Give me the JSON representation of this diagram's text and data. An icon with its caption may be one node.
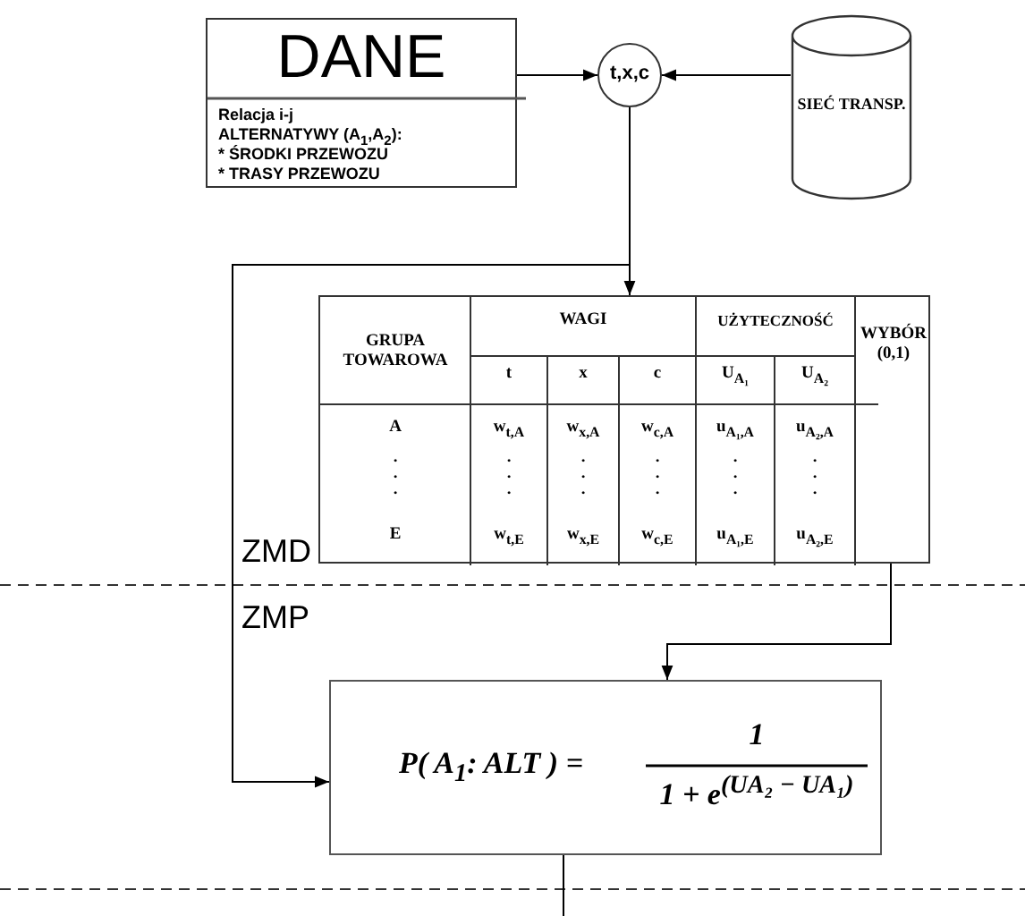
{
  "diagram": {
    "nodes": [
      {
        "text": [
          "DANE",
          "Relacja i-j",
          "ALTERNATYWY (A$_{1}$,A$_{2}$):",
          "* ŚRODKI PRZEWOZU",
          "* TRASY PRZEWOZU"
        ]
      },
      {
        "text": [
          "t,x,c"
        ]
      },
      {
        "text": [
          "SIEĆ TRANSP."
        ]
      },
      {
        "text": [
          "GRUPA TOWAROWA",
          "WAGI",
          "UŻYTECZNOŚĆ",
          "WYBÓR (0,1)",
          "t",
          "x",
          "c",
          "U$_{A₁}$",
          "U$_{A₂}$",
          "A",
          "w$_{t,A}$",
          "w$_{x,A}$",
          "w$_{c,A}$",
          "u$_{A₁,A}$",
          "u$_{A₂,A}$",
          ". . .",
          ". . .",
          ". . .",
          ". . .",
          ". . .",
          ". . .",
          "E",
          "w$_{t,E}$",
          "w$_{x,E}$",
          "w$_{c,E}$",
          "u$_{A₁,E}$",
          "u$_{A₂,E}$"
        ]
      },
      {
        "text": [
          "P( A$_{1}$: ALT ) =",
          "1",
          "1 + e$^{(UA₂ − UA₁)}$"
        ]
      }
    ],
    "edges": [
      {
        "from": 0,
        "to": 1,
        "arrow": "to"
      },
      {
        "from": 2,
        "to": 1,
        "arrow": "to"
      },
      {
        "from": 1,
        "to": 3,
        "arrow": "to"
      },
      {
        "from": 1,
        "to": 4,
        "arrow": "to"
      },
      {
        "from": 3,
        "to": 4,
        "arrow": "to"
      },
      {
        "from": 4,
        "to": null,
        "arrow": "none"
      }
    ],
    "labels": [
      "ZMD",
      "ZMP"
    ]
  }
}
